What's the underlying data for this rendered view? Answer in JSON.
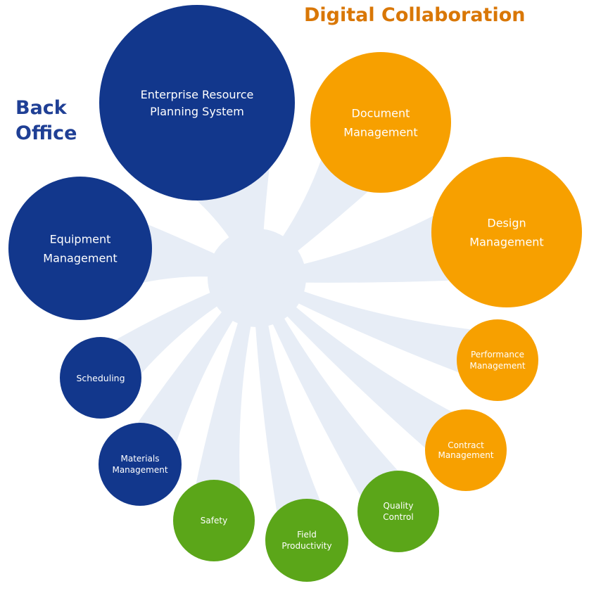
{
  "groups": {
    "back_office": {
      "label": "Back\nOffice",
      "color": "#1f3f95"
    },
    "digital_collaboration": {
      "label": "Digital Collaboration",
      "color": "#d97706"
    },
    "field_operations": {
      "label": "",
      "color": "#62a31c"
    }
  },
  "colors": {
    "back_office_fill": "#12378c",
    "digital_fill": "#f7a000",
    "field_fill": "#5ba619",
    "ribbon": "#e7edf6"
  },
  "nodes": [
    {
      "id": "enterprise-resource-planning-system",
      "group": "back_office",
      "lines": [
        "Enterprise Resource",
        "Planning System"
      ]
    },
    {
      "id": "equipment-management",
      "group": "back_office",
      "lines": [
        "Equipment",
        "Management"
      ]
    },
    {
      "id": "scheduling",
      "group": "back_office",
      "lines": [
        "Scheduling"
      ]
    },
    {
      "id": "materials-management",
      "group": "back_office",
      "lines": [
        "Materials",
        "Management"
      ]
    },
    {
      "id": "safety",
      "group": "field_operations",
      "lines": [
        "Safety"
      ]
    },
    {
      "id": "field-productivity",
      "group": "field_operations",
      "lines": [
        "Field",
        "Productivity"
      ]
    },
    {
      "id": "quality-control",
      "group": "field_operations",
      "lines": [
        "Quality",
        "Control"
      ]
    },
    {
      "id": "contract-management",
      "group": "digital_collaboration",
      "lines": [
        "Contract",
        "Management"
      ]
    },
    {
      "id": "performance-management",
      "group": "digital_collaboration",
      "lines": [
        "Performance",
        "Management"
      ]
    },
    {
      "id": "design-management",
      "group": "digital_collaboration",
      "lines": [
        "Design",
        "Management"
      ]
    },
    {
      "id": "document-management",
      "group": "digital_collaboration",
      "lines": [
        "Document",
        "Management"
      ]
    }
  ]
}
